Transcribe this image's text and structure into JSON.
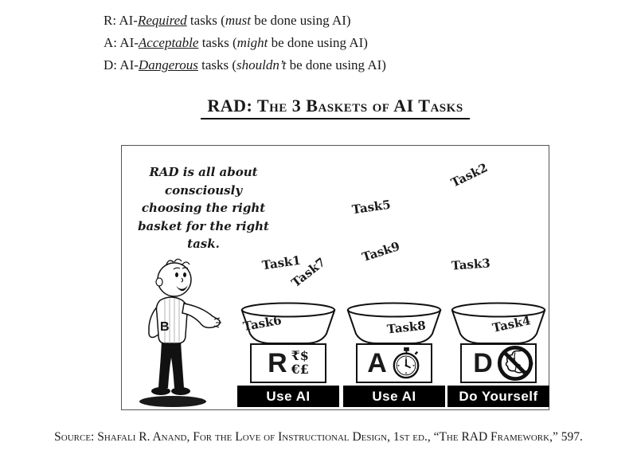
{
  "legend": {
    "items": [
      {
        "prefix": "R: AI-",
        "term": "Required",
        "mid": " tasks (",
        "emph": "must",
        "suffix": " be done using AI)"
      },
      {
        "prefix": "A: AI-",
        "term": "Acceptable",
        "mid": " tasks (",
        "emph": "might",
        "suffix": " be done using AI)"
      },
      {
        "prefix": "D: AI-",
        "term": "Dangerous",
        "mid": " tasks (",
        "emph": "shouldn’t",
        "suffix": " be done using AI)"
      }
    ]
  },
  "title": "RAD: The 3 Baskets of AI Tasks",
  "diagram": {
    "speech": "RAD is all about consciously choosing the right basket for the right task.",
    "character_initial": "B",
    "tasks": [
      {
        "label": "Task1"
      },
      {
        "label": "Task7"
      },
      {
        "label": "Task5"
      },
      {
        "label": "Task9"
      },
      {
        "label": "Task2"
      },
      {
        "label": "Task3"
      },
      {
        "label": "Task6"
      },
      {
        "label": "Task8"
      },
      {
        "label": "Task4"
      }
    ],
    "baskets": [
      {
        "letter": "R",
        "action": "Use AI",
        "icon": "currency-icons"
      },
      {
        "letter": "A",
        "action": "Use AI",
        "icon": "stopwatch-icon"
      },
      {
        "letter": "D",
        "action": "Do Yourself",
        "icon": "no-brain-icon"
      }
    ],
    "currency": {
      "line1": "₹$",
      "line2": "€£"
    }
  },
  "source": "Source: Shafali R. Anand, For the Love of Instructional Design, 1st ed., “The RAD Framework,” 597."
}
